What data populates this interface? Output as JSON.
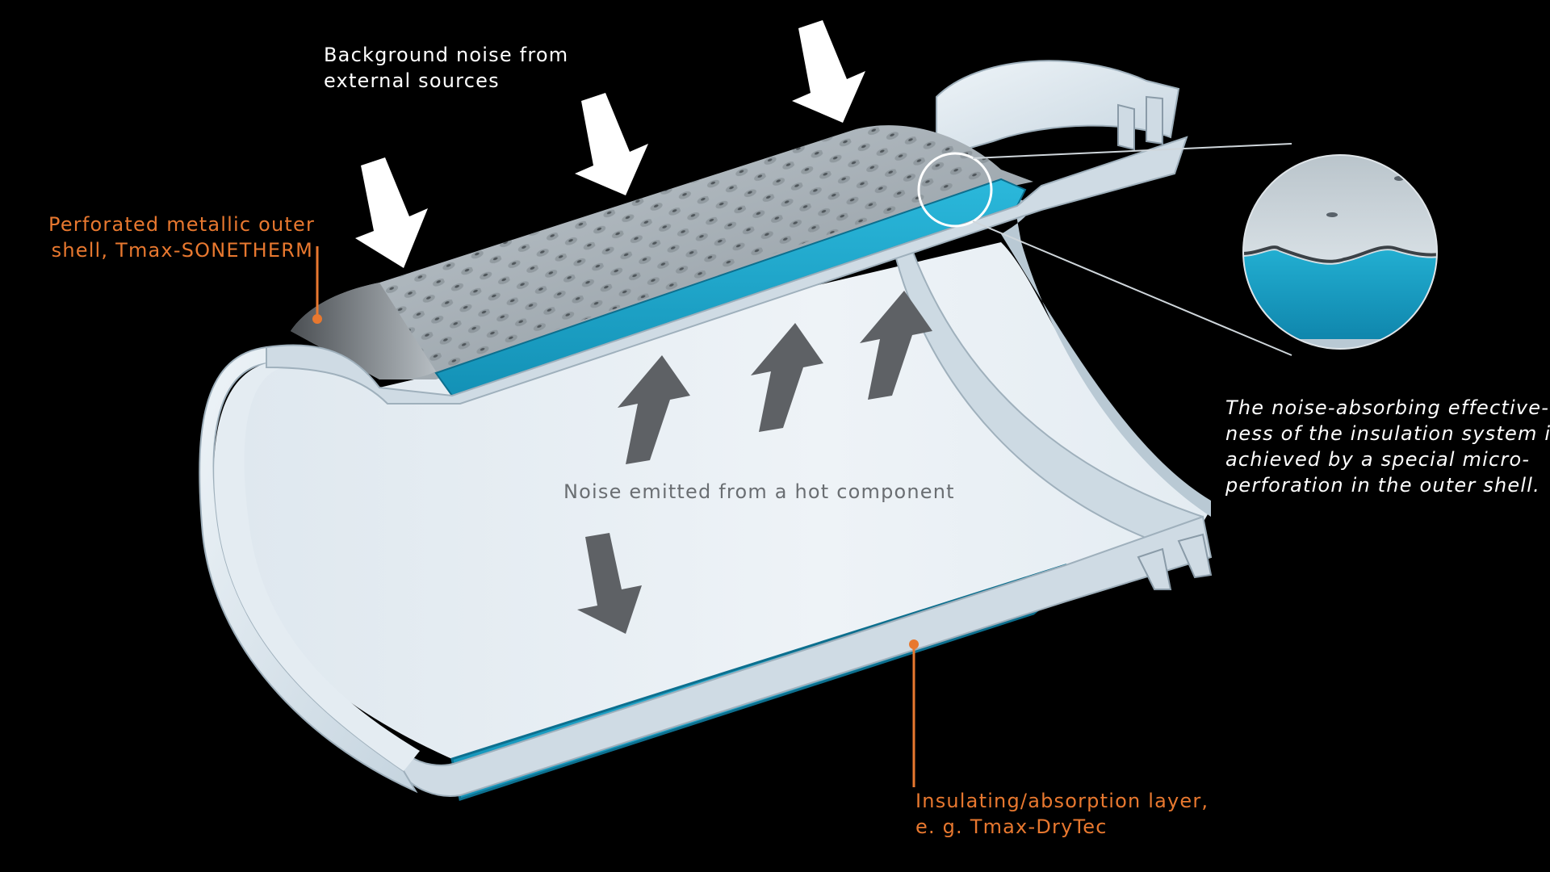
{
  "colors": {
    "background": "#000000",
    "accent": "#e8782f",
    "insulation": "#1aa6c9",
    "shell": "#d6e3ec",
    "perforated": "#9aa5ad",
    "arrow_dark": "#5e6165"
  },
  "labels": {
    "background_noise": [
      "Background noise from",
      "external sources"
    ],
    "outer_shell": [
      "Perforated metallic outer",
      "shell, Tmax-SONETHERM"
    ],
    "noise_emitted": "Noise emitted from a hot component",
    "insulating_layer": [
      "Insulating/absorption layer,",
      "e. g. Tmax-DryTec"
    ],
    "effectiveness_note": [
      "The noise-absorbing effective-",
      "ness of the insulation system is",
      "achieved by a special micro-",
      "perforation in the outer shell."
    ]
  },
  "icons": {
    "inbound_arrows": "arrow-down-right-icon",
    "outbound_arrows": "arrow-up-icon"
  }
}
